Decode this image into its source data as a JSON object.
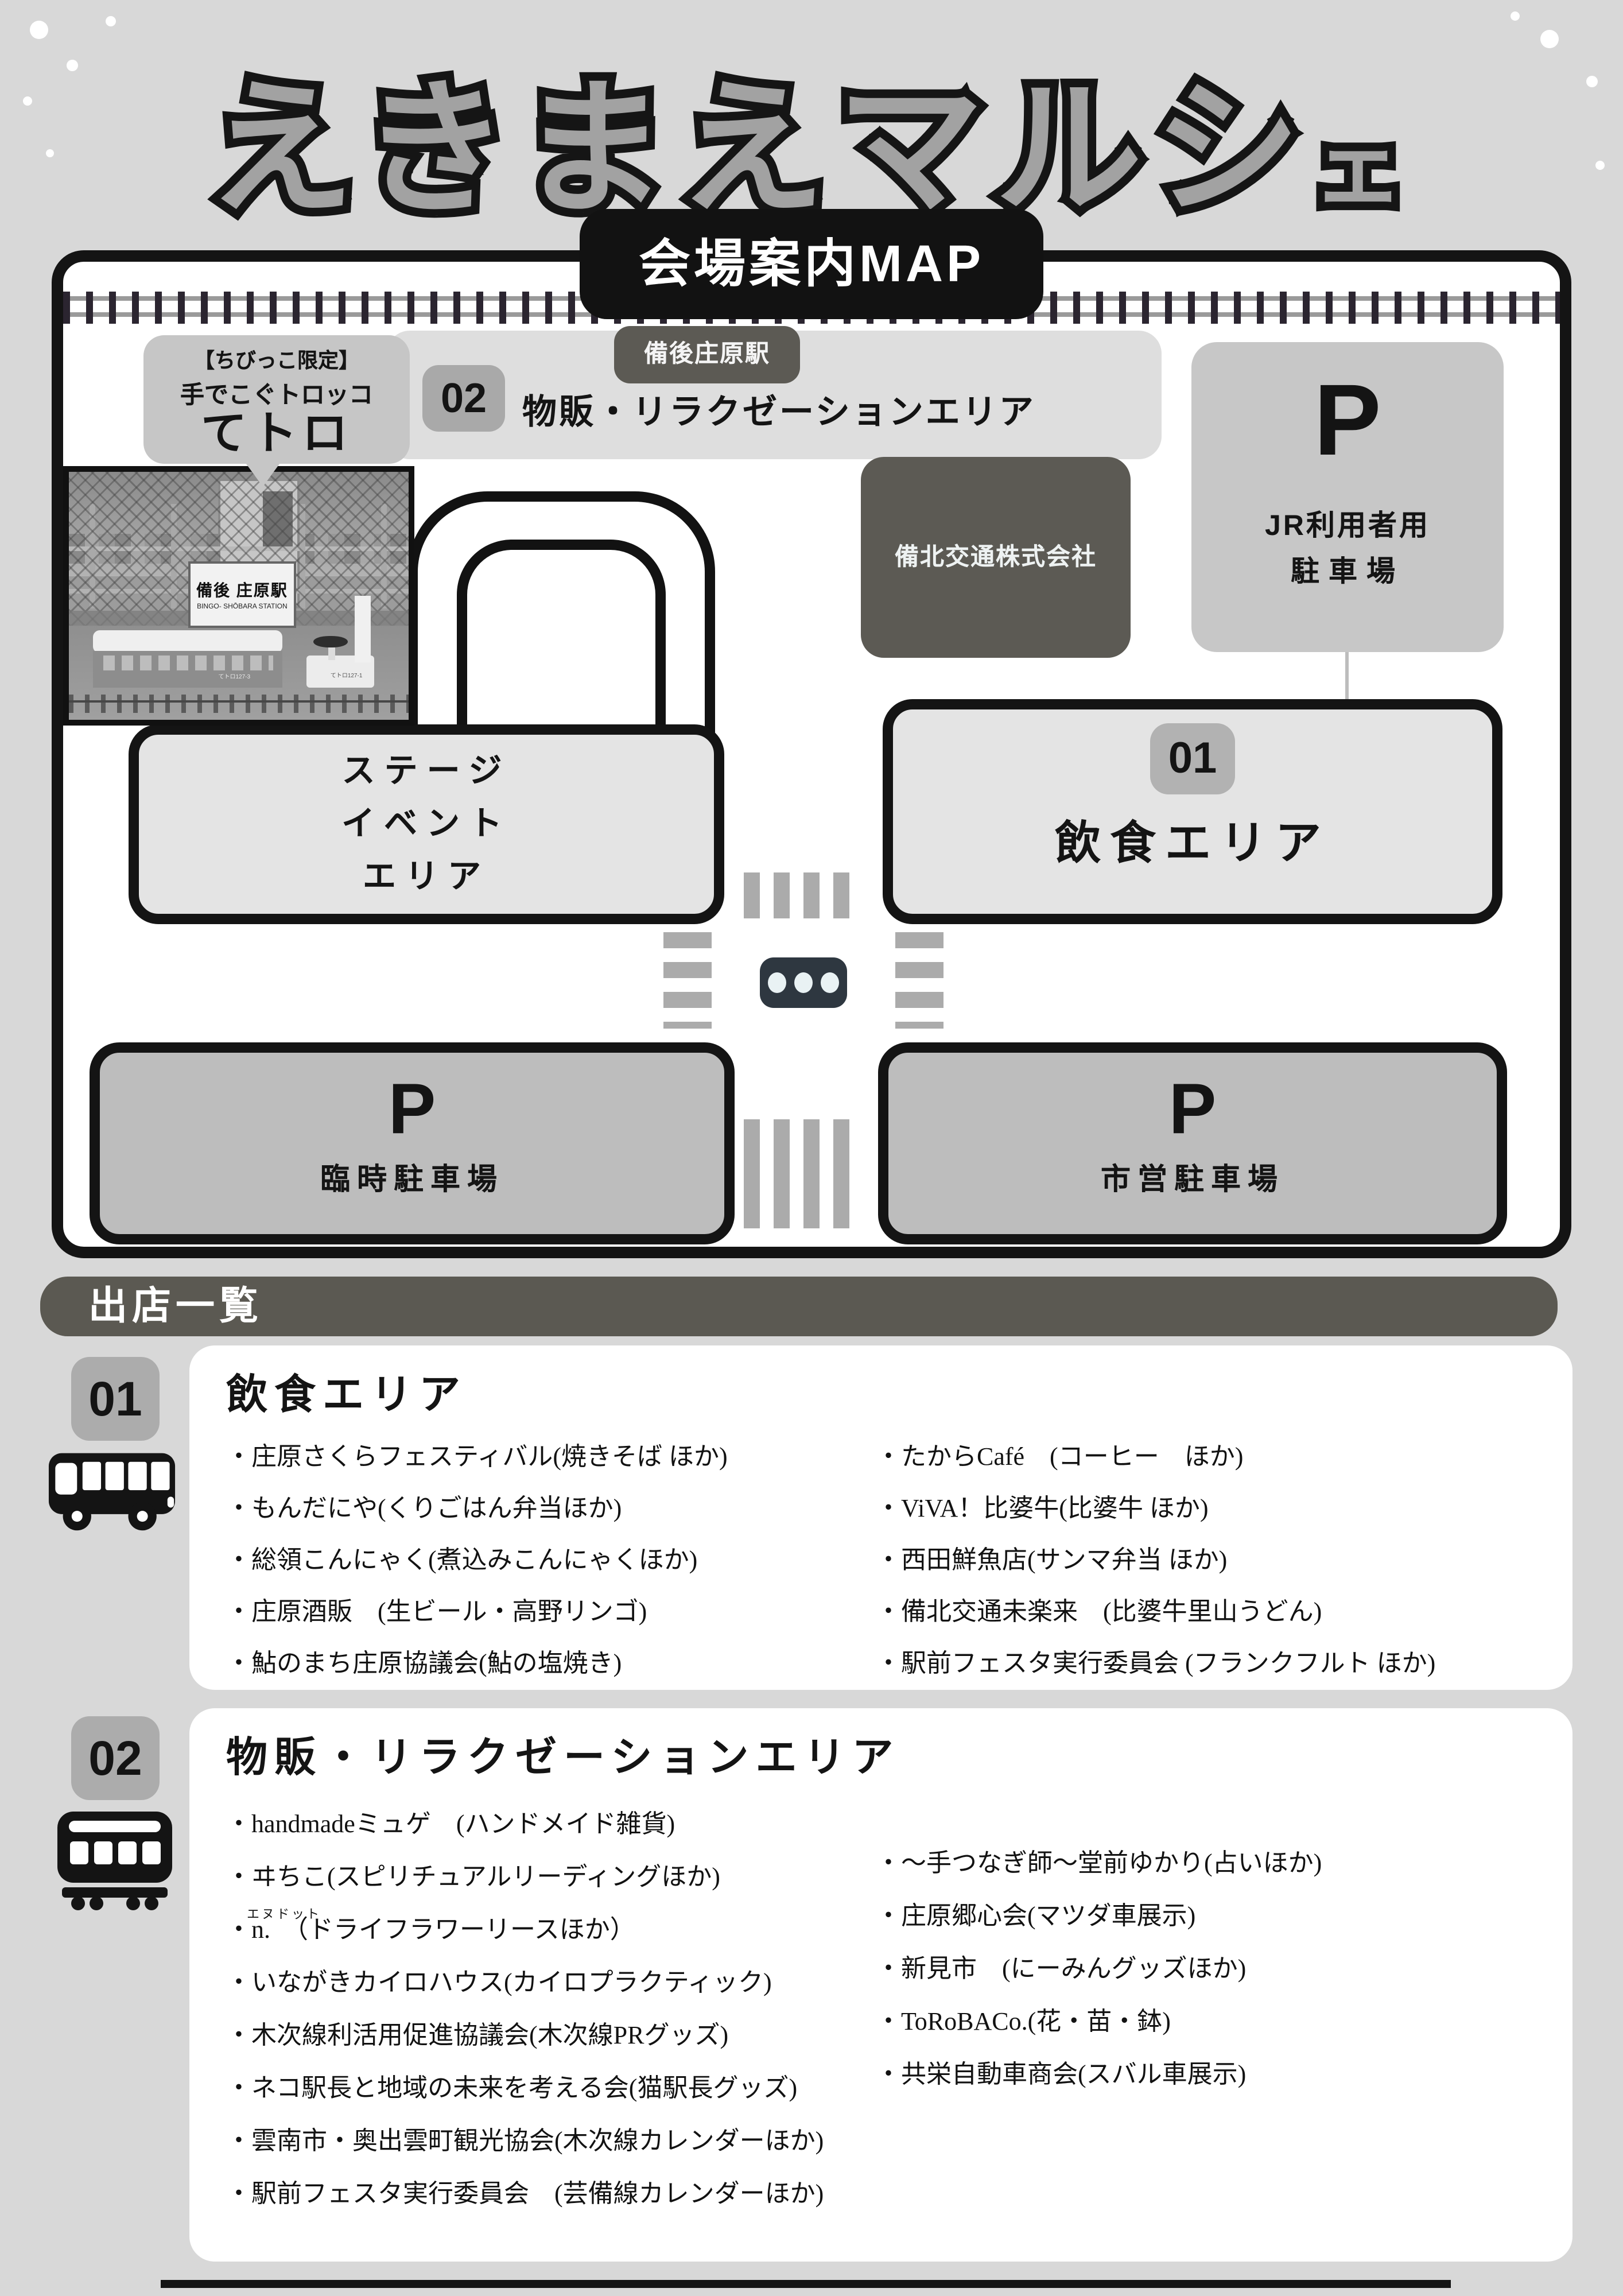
{
  "title_main": "えきまえマルシ",
  "title_small": "ェ",
  "map_badge": "会場案内MAP",
  "colors": {
    "page_bg": "#d8d8d8",
    "ink": "#141414",
    "dark_box": "#5c5a54",
    "light_block": "#e4e4e4",
    "parking_block": "#bdbdbd",
    "badge_gray": "#acacac",
    "crosswalk": "#ababab",
    "traffic_light_body": "#2e3740"
  },
  "map": {
    "tetoro": {
      "line1": "【ちびっこ限定】",
      "line2": "手でこぐトロッコ",
      "line3": "てトロ"
    },
    "station_badge": "備後庄原駅",
    "area02_no": "02",
    "area02_label": "物販・リラクゼーションエリア",
    "bihoku_label": "備北交通株式会社",
    "p_jr": {
      "p": "P",
      "line1": "JR利用者用",
      "line2": "駐車場"
    },
    "area01_no": "01",
    "area01_label": "飲食エリア",
    "stage": {
      "line1": "ステージ",
      "line2": "イベント",
      "line3": "エリア"
    },
    "p_rinji": {
      "p": "P",
      "label": "臨時駐車場"
    },
    "p_shiei": {
      "p": "P",
      "label": "市営駐車場"
    },
    "photo": {
      "sign_line1": "備後 庄原駅",
      "sign_line2": "BINGO-  SHŌBARA STATION",
      "car_label": "てトロ127-3",
      "unit_label": "てトロ127-1"
    }
  },
  "list_header": "出店一覧",
  "sections": [
    {
      "no": "01",
      "title": "飲食エリア",
      "items_left": [
        "・庄原さくらフェスティバル(焼きそば ほか)",
        "・もんだにや(くりごはん弁当ほか)",
        "・総領こんにゃく(煮込みこんにゃくほか)",
        "・庄原酒販　(生ビール・高野リンゴ)",
        "・鮎のまち庄原協議会(鮎の塩焼き)"
      ],
      "items_right": [
        "・たからCafé　(コーヒー　ほか)",
        "・ViVA！比婆牛(比婆牛 ほか)",
        "・西田鮮魚店(サンマ弁当 ほか)",
        "・備北交通未楽来　(比婆牛里山うどん)",
        "・駅前フェスタ実行委員会 (フランクフルト ほか)"
      ]
    },
    {
      "no": "02",
      "title": "物販・リラクゼーションエリア",
      "n_ruby": "エヌドット",
      "items_left": [
        "・handmadeミュゲ　(ハンドメイド雑貨)",
        "・ヰちこ(スピリチュアルリーディングほか)",
        "・n.　（ドライフラワーリースほか）",
        "・いながきカイロハウス(カイロプラクティック)",
        "・木次線利活用促進協議会(木次線PRグッズ)",
        "・ネコ駅長と地域の未来を考える会(猫駅長グッズ)",
        "・雲南市・奥出雲町観光協会(木次線カレンダーほか)",
        "・駅前フェスタ実行委員会　(芸備線カレンダーほか)"
      ],
      "items_right": [
        "・～手つなぎ師～堂前ゆかり(占いほか)",
        "・庄原郷心会(マツダ車展示)",
        "・新見市　(にーみんグッズほか)",
        "・ToRoBACo.(花・苗・鉢)",
        "・共栄自動車商会(スバル車展示)"
      ]
    }
  ]
}
